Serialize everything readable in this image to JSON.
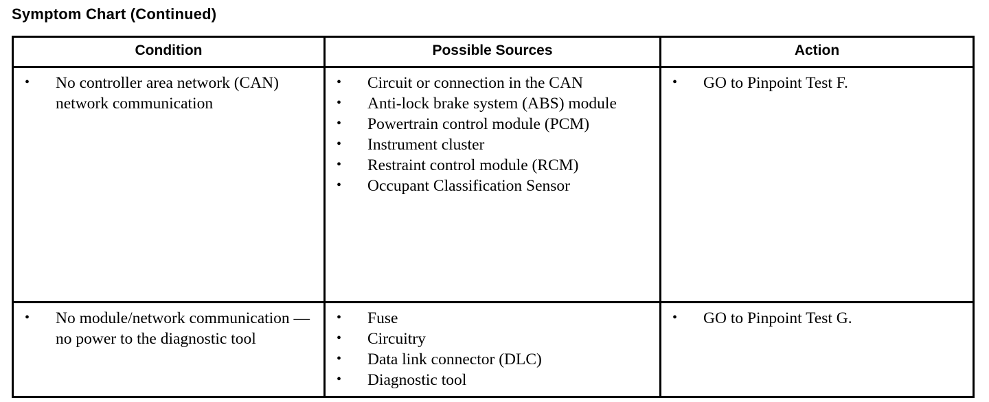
{
  "document": {
    "title": "Symptom Chart (Continued)"
  },
  "table": {
    "headers": {
      "condition": "Condition",
      "possible_sources": "Possible Sources",
      "action": "Action"
    },
    "rows": [
      {
        "condition": [
          "No controller area network (CAN) network communication"
        ],
        "possible_sources": [
          "Circuit or connection in the CAN",
          "Anti-lock brake system (ABS) module",
          "Powertrain control module (PCM)",
          "Instrument cluster",
          "Restraint control module (RCM)",
          "Occupant Classification Sensor"
        ],
        "action": [
          "GO to Pinpoint Test F."
        ]
      },
      {
        "condition": [
          "No module/network communication — no power to the diagnostic tool"
        ],
        "possible_sources": [
          "Fuse",
          "Circuitry",
          "Data link connector (DLC)",
          "Diagnostic tool"
        ],
        "action": [
          "GO to Pinpoint Test G."
        ]
      }
    ]
  }
}
